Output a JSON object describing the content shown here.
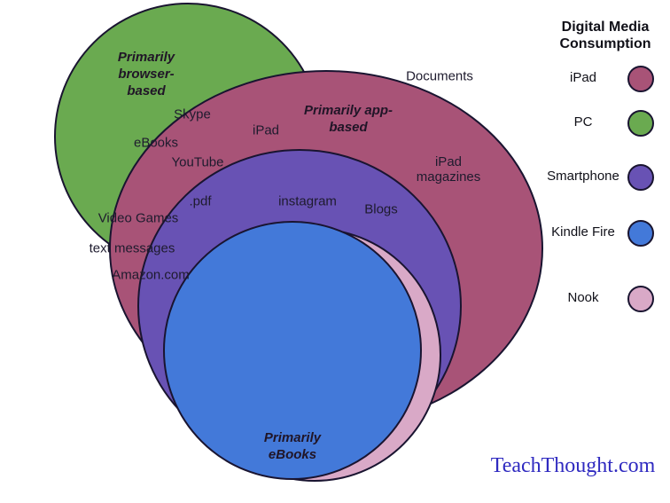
{
  "colors": {
    "ipad": "#a85377",
    "pc": "#6aaa50",
    "smartphone": "#6852b4",
    "kindle_fire": "#4379d9",
    "nook": "#d9a9c7",
    "watermark_blue": "#2f2ac0"
  },
  "diagram": {
    "regions": {
      "browser_based": "Primarily\nbrowser-\nbased",
      "app_based": "Primarily app-\nbased",
      "ebooks_region": "Primarily\neBooks"
    },
    "labels": {
      "documents": "Documents",
      "skype": "Skype",
      "ipad": "iPad",
      "ebooks": "eBooks",
      "youtube": "YouTube",
      "ipad_magazines": "iPad\nmagazines",
      "pdf": ".pdf",
      "instagram": "instagram",
      "blogs": "Blogs",
      "video_games": "Video Games",
      "text_messages": "text messages",
      "amazon": "Amazon.com"
    }
  },
  "legend": {
    "title": "Digital Media\nConsumption",
    "items": [
      "iPad",
      "PC",
      "Smartphone",
      "Kindle Fire",
      "Nook"
    ]
  },
  "watermark": "TeachThought.com"
}
